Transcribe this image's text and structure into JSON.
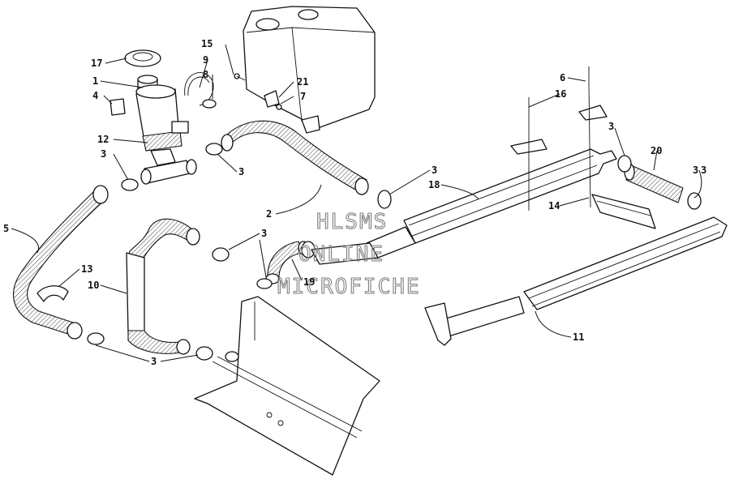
{
  "watermark": {
    "lines": [
      "HLSMS",
      "ONLINE",
      "MICROFICHE"
    ],
    "color": "#7f7f7f"
  },
  "callouts": [
    {
      "label": "17"
    },
    {
      "label": "1"
    },
    {
      "label": "4"
    },
    {
      "label": "12"
    },
    {
      "label": "3"
    },
    {
      "label": "9"
    },
    {
      "label": "8"
    },
    {
      "label": "15"
    },
    {
      "label": "21"
    },
    {
      "label": "7"
    },
    {
      "label": "3"
    },
    {
      "label": "5"
    },
    {
      "label": "13"
    },
    {
      "label": "10"
    },
    {
      "label": "3"
    },
    {
      "label": "2"
    },
    {
      "label": "3"
    },
    {
      "label": "3"
    },
    {
      "label": "19"
    },
    {
      "label": "3"
    },
    {
      "label": "18"
    },
    {
      "label": "6"
    },
    {
      "label": "16"
    },
    {
      "label": "3"
    },
    {
      "label": "20"
    },
    {
      "label": "3"
    },
    {
      "label": "14"
    },
    {
      "label": "11"
    }
  ]
}
